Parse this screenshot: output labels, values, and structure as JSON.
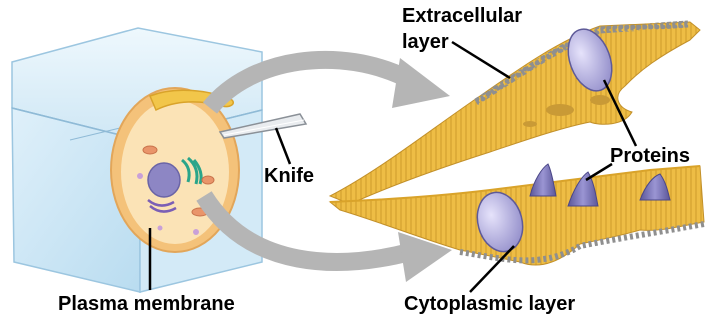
{
  "labels": {
    "extracellular_line1": "Extracellular",
    "extracellular_line2": "layer",
    "proteins": "Proteins",
    "knife": "Knife",
    "plasma_membrane": "Plasma membrane",
    "cytoplasmic_layer": "Cytoplasmic layer"
  },
  "colors": {
    "ice_block": "#cfe6f4",
    "ice_block_dark": "#a8cde6",
    "membrane_yellow": "#f2c64a",
    "membrane_dark": "#d9a32a",
    "head_gray": "#9a9a9a",
    "protein_purple": "#7e7ab8",
    "protein_light": "#c8c4ec",
    "arrow_gray": "#b5b5b5",
    "cell_orange": "#f3c37b",
    "cytoplasm": "#fbe2b4",
    "nucleus": "#8d86c4",
    "er_green": "#2aa58a"
  }
}
